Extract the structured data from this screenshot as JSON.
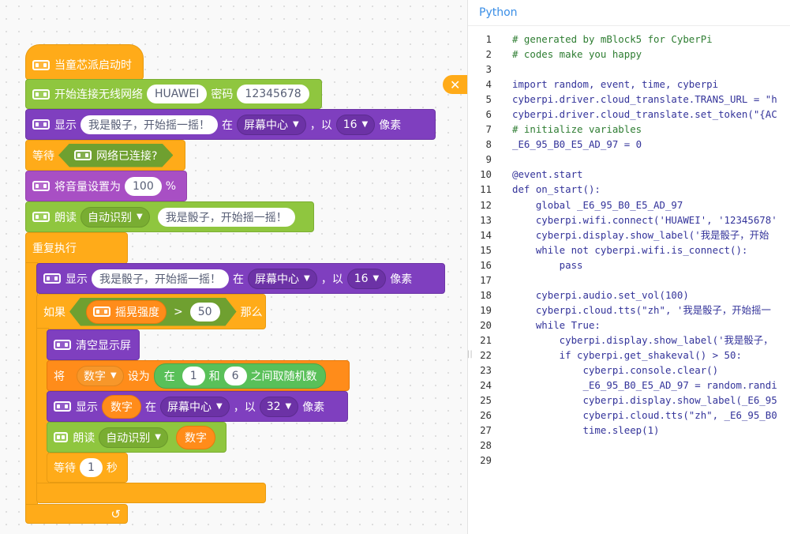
{
  "blocks": {
    "when_start": "当童芯派启动时",
    "wifi_connect": {
      "label": "开始连接无线网络",
      "ssid": "HUAWEI",
      "pwd_label": "密码",
      "password": "12345678"
    },
    "show_1": {
      "label": "显示",
      "text": "我是骰子，开始摇一摇！",
      "at": "在",
      "pos": "屏幕中心",
      "by": "，以",
      "size": "16",
      "unit": "像素"
    },
    "wait_until": {
      "label": "等待",
      "cond": "网络已连接?"
    },
    "set_volume": {
      "label": "将音量设置为",
      "value": "100",
      "unit": "%"
    },
    "tts_1": {
      "label": "朗读",
      "lang": "自动识别",
      "text": "我是骰子，开始摇一摇！"
    },
    "forever": "重复执行",
    "show_2": {
      "label": "显示",
      "text": "我是骰子，开始摇一摇！",
      "at": "在",
      "pos": "屏幕中心",
      "by": "，以",
      "size": "16",
      "unit": "像素"
    },
    "if": {
      "label": "如果",
      "sensor": "摇晃强度",
      "op": ">",
      "value": "50",
      "then": "那么"
    },
    "clear": "清空显示屏",
    "set_var": {
      "label": "将",
      "var": "数字",
      "set": "设为",
      "in": "在",
      "a": "1",
      "and": "和",
      "b": "6",
      "tail": "之间取随机数"
    },
    "show_3": {
      "label": "显示",
      "var": "数字",
      "at": "在",
      "pos": "屏幕中心",
      "by": "，以",
      "size": "32",
      "unit": "像素"
    },
    "tts_2": {
      "label": "朗读",
      "lang": "自动识别",
      "var": "数字"
    },
    "wait_sec": {
      "label": "等待",
      "value": "1",
      "unit": "秒"
    },
    "loop_arrow": "↺"
  },
  "close_icon": "✕",
  "code": {
    "tab": "Python",
    "lines": [
      "# generated by mBlock5 for CyberPi",
      "# codes make you happy",
      "",
      "import random, event, time, cyberpi",
      "cyberpi.driver.cloud_translate.TRANS_URL = \"h",
      "cyberpi.driver.cloud_translate.set_token(\"{AC",
      "# initialize variables",
      "_E6_95_B0_E5_AD_97 = 0",
      "",
      "@event.start",
      "def on_start():",
      "    global _E6_95_B0_E5_AD_97",
      "    cyberpi.wifi.connect('HUAWEI', '12345678'",
      "    cyberpi.display.show_label('我是骰子，开始",
      "    while not cyberpi.wifi.is_connect():",
      "        pass",
      "",
      "    cyberpi.audio.set_vol(100)",
      "    cyberpi.cloud.tts(\"zh\", '我是骰子，开始摇一",
      "    while True:",
      "        cyberpi.display.show_label('我是骰子，",
      "        if cyberpi.get_shakeval() > 50:",
      "            cyberpi.console.clear()",
      "            _E6_95_B0_E5_AD_97 = random.randi",
      "            cyberpi.display.show_label(_E6_95",
      "            cyberpi.cloud.tts(\"zh\", _E6_95_B0",
      "            time.sleep(1)",
      "",
      ""
    ]
  }
}
